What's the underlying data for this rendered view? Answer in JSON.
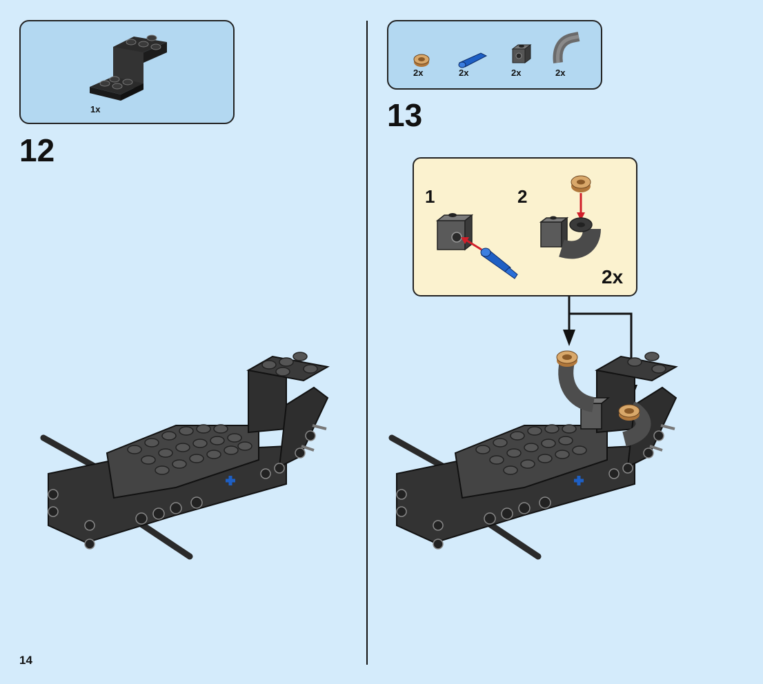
{
  "page_number": "14",
  "step12": {
    "number": "12",
    "parts": [
      {
        "name": "black-bracket-part",
        "qty": "1x"
      }
    ]
  },
  "step13": {
    "number": "13",
    "parts": [
      {
        "name": "tan-round-tile-part",
        "qty": "2x"
      },
      {
        "name": "blue-axle-pin-part",
        "qty": "2x"
      },
      {
        "name": "gray-technic-brick-part",
        "qty": "2x"
      },
      {
        "name": "gray-bent-tube-part",
        "qty": "2x"
      }
    ],
    "sub_steps": [
      {
        "label": "1"
      },
      {
        "label": "2"
      }
    ],
    "sub_multiplier": "2x"
  },
  "colors": {
    "background": "#d4ebfb",
    "parts_panel": "#b3d8f1",
    "sub_panel": "#fbf2cf",
    "arrow_red": "#d11f2a",
    "part_blue": "#1e5fc4",
    "part_tan": "#d9a86a"
  }
}
